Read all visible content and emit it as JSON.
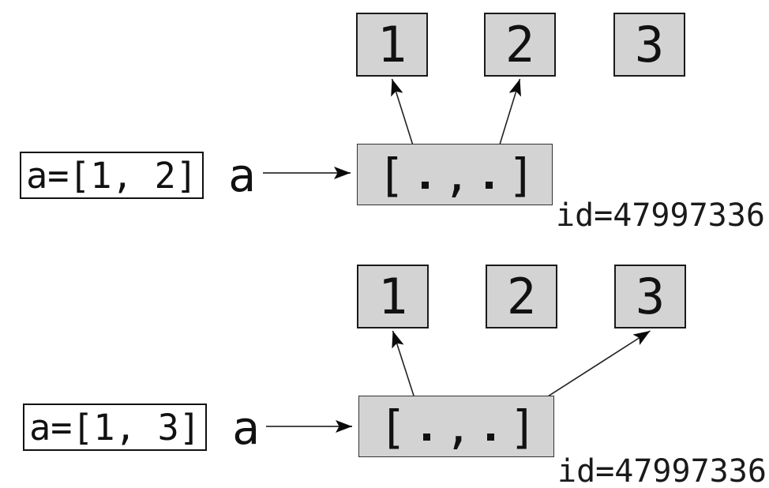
{
  "figure": {
    "description": "Python list identity diagram: rebinding a list element keeps the same list object id",
    "colors": {
      "object_fill": "#d3d3d3",
      "object_border": "#1a1a1a",
      "arrow": "#222222",
      "background": "#ffffff"
    },
    "icons": {
      "slot_dot": "square-dot",
      "arrowhead": "barbed-triangle"
    }
  },
  "diagrams": [
    {
      "name": "state-before",
      "code_label": "a=[1, 2]",
      "var_label": "a",
      "id_label": "id=47997336",
      "int_boxes": [
        "1",
        "2",
        "3"
      ],
      "list_glyphs": {
        "open": "[",
        "comma": ",",
        "close": "]"
      },
      "pointers": [
        {
          "slot": 0,
          "target": 0
        },
        {
          "slot": 1,
          "target": 1
        }
      ]
    },
    {
      "name": "state-after",
      "code_label": "a=[1, 3]",
      "var_label": "a",
      "id_label": "id=47997336",
      "int_boxes": [
        "1",
        "2",
        "3"
      ],
      "list_glyphs": {
        "open": "[",
        "comma": ",",
        "close": "]"
      },
      "pointers": [
        {
          "slot": 0,
          "target": 0
        },
        {
          "slot": 1,
          "target": 2
        }
      ]
    }
  ]
}
